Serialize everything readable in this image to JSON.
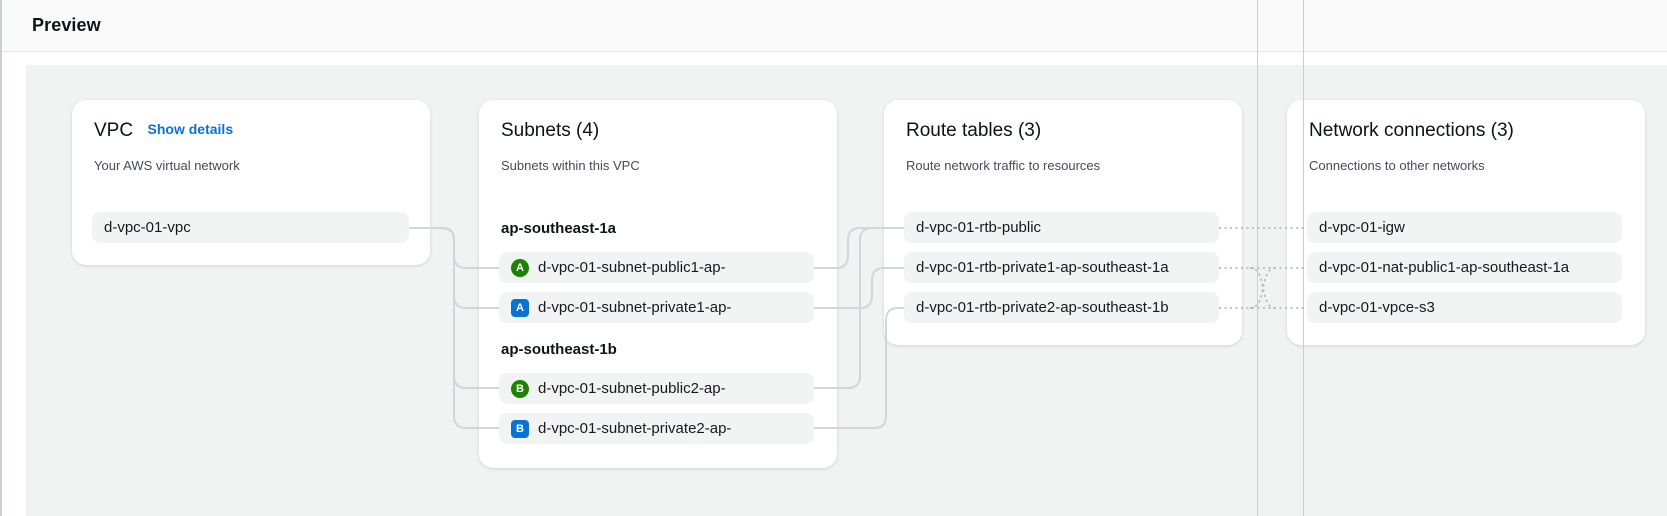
{
  "header": {
    "title": "Preview"
  },
  "vpc": {
    "title": "VPC",
    "details_link": "Show details",
    "subtitle": "Your AWS virtual network",
    "item": "d-vpc-01-vpc"
  },
  "subnets": {
    "title": "Subnets (4)",
    "subtitle": "Subnets within this VPC",
    "groups": [
      {
        "label": "ap-southeast-1a",
        "items": [
          {
            "badge": "A",
            "type": "public",
            "label": "d-vpc-01-subnet-public1-ap-"
          },
          {
            "badge": "A",
            "type": "private",
            "label": "d-vpc-01-subnet-private1-ap-"
          }
        ]
      },
      {
        "label": "ap-southeast-1b",
        "items": [
          {
            "badge": "B",
            "type": "public",
            "label": "d-vpc-01-subnet-public2-ap-"
          },
          {
            "badge": "B",
            "type": "private",
            "label": "d-vpc-01-subnet-private2-ap-"
          }
        ]
      }
    ]
  },
  "route_tables": {
    "title": "Route tables (3)",
    "subtitle": "Route network traffic to resources",
    "items": [
      "d-vpc-01-rtb-public",
      "d-vpc-01-rtb-private1-ap-southeast-1a",
      "d-vpc-01-rtb-private2-ap-southeast-1b"
    ]
  },
  "network_connections": {
    "title": "Network connections (3)",
    "subtitle": "Connections to other networks",
    "items": [
      "d-vpc-01-igw",
      "d-vpc-01-nat-public1-ap-southeast-1a",
      "d-vpc-01-vpce-s3"
    ]
  },
  "connections": {
    "solid": [
      "d-vpc-01-vpc -> d-vpc-01-subnet-public1-ap-",
      "d-vpc-01-vpc -> d-vpc-01-subnet-private1-ap-",
      "d-vpc-01-vpc -> d-vpc-01-subnet-public2-ap-",
      "d-vpc-01-vpc -> d-vpc-01-subnet-private2-ap-",
      "d-vpc-01-subnet-public1-ap- -> d-vpc-01-rtb-public",
      "d-vpc-01-subnet-public2-ap- -> d-vpc-01-rtb-public",
      "d-vpc-01-subnet-private1-ap- -> d-vpc-01-rtb-private1-ap-southeast-1a",
      "d-vpc-01-subnet-private2-ap- -> d-vpc-01-rtb-private2-ap-southeast-1b"
    ],
    "dotted": [
      "d-vpc-01-rtb-public -> d-vpc-01-igw",
      "d-vpc-01-rtb-private1-ap-southeast-1a -> d-vpc-01-nat-public1-ap-southeast-1a",
      "d-vpc-01-rtb-private1-ap-southeast-1a -> d-vpc-01-vpce-s3",
      "d-vpc-01-rtb-private2-ap-southeast-1b -> d-vpc-01-nat-public1-ap-southeast-1a",
      "d-vpc-01-rtb-private2-ap-southeast-1b -> d-vpc-01-vpce-s3"
    ]
  },
  "colors": {
    "link_blue": "#0972d3",
    "badge_public_green": "#1d8102",
    "badge_private_blue": "#0972d3",
    "panel_gray": "#f1f2f2",
    "item_gray": "#f2f3f3",
    "connector_gray": "#d0d6da",
    "dotted_gray": "#a9b2b8",
    "text_dark": "#0f141a",
    "text_muted": "#414d5c"
  }
}
